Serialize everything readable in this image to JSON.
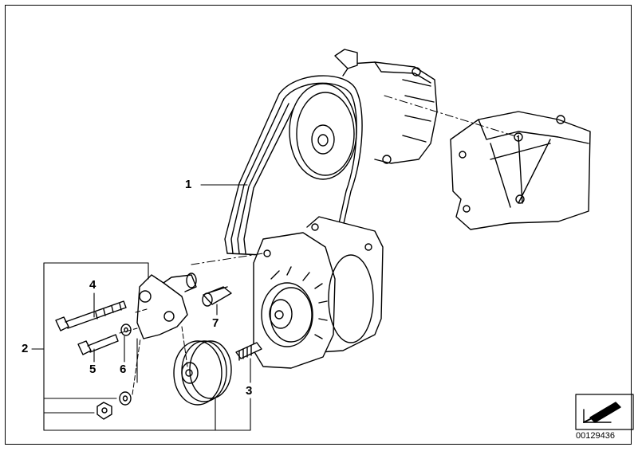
{
  "callouts": {
    "c1": "1",
    "c2": "2",
    "c3": "3",
    "c4": "4",
    "c5": "5",
    "c6": "6",
    "c7": "7"
  },
  "document_number": "00129436",
  "colors": {
    "line": "#000000",
    "background": "#ffffff",
    "shade": "#d9d9d9"
  },
  "icons": {
    "corner_symbol": "arrow-down-left-icon"
  }
}
